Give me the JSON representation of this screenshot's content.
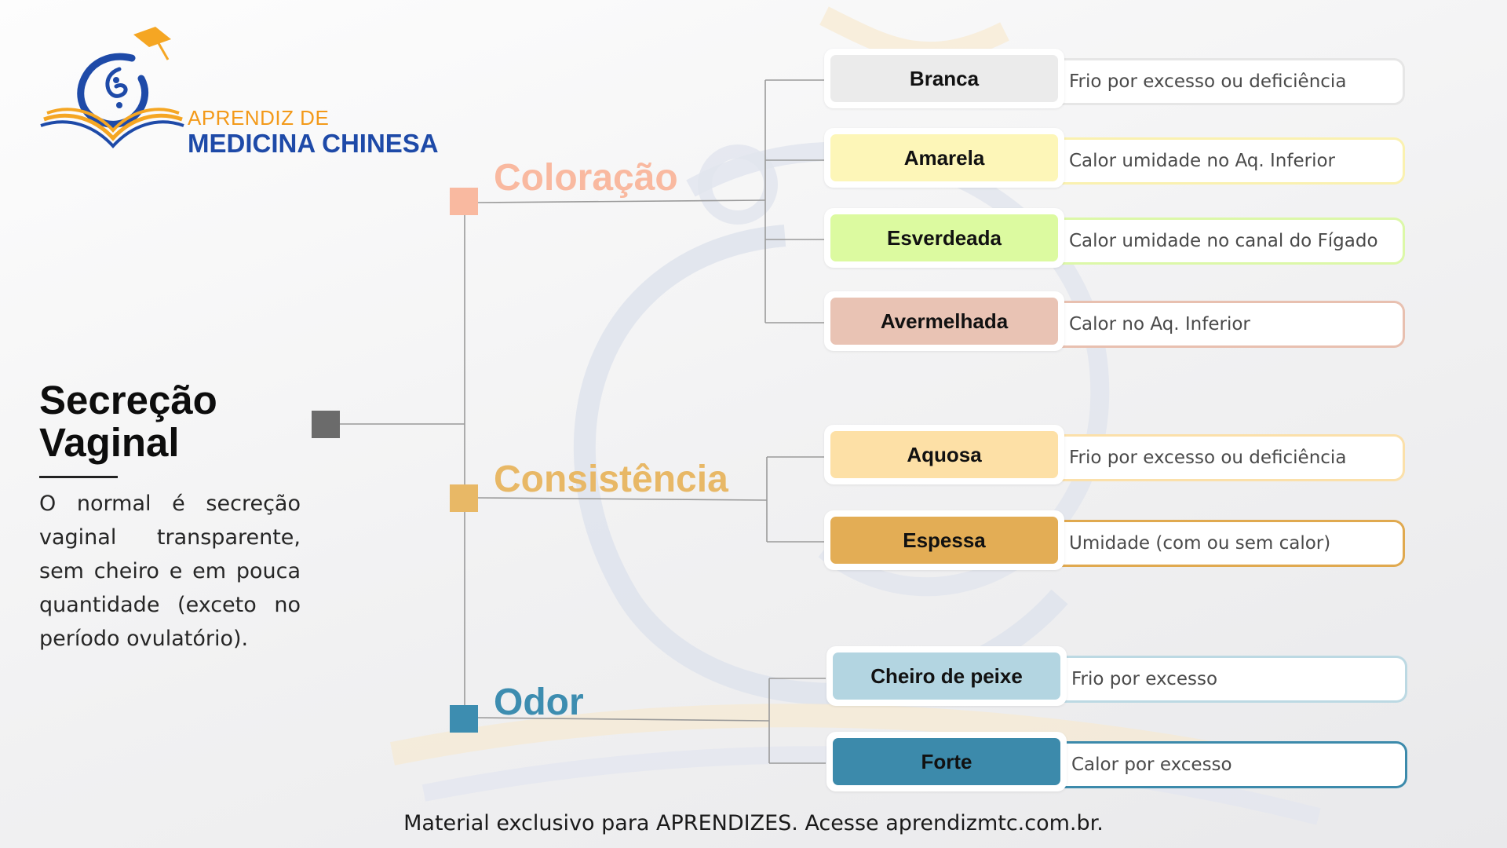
{
  "brand": {
    "line1": "APRENDIZ DE",
    "line2": "MEDICINA CHINESA",
    "colors": {
      "orange": "#f39a1a",
      "blue": "#1e4aa8"
    }
  },
  "topic": {
    "title": "Secreção Vaginal",
    "description": "O normal é secreção vaginal transparente, sem cheiro e em pouca quantidade (exceto no período ovulatório)."
  },
  "categories": [
    {
      "label": "Coloração",
      "color": "#f9b9a0",
      "items": [
        {
          "name": "Branca",
          "meaning": "Frio por excesso ou deficiência",
          "fill": "#ebebeb",
          "border": "#e6e6e6"
        },
        {
          "name": "Amarela",
          "meaning": "Calor umidade no Aq. Inferior",
          "fill": "#fdf6b8",
          "border": "#faf1b0"
        },
        {
          "name": "Esverdeada",
          "meaning": "Calor umidade no canal do Fígado",
          "fill": "#dcfaa0",
          "border": "#dcf8a8"
        },
        {
          "name": "Avermelhada",
          "meaning": "Calor no Aq. Inferior",
          "fill": "#e9c3b4",
          "border": "#e8c0b0"
        }
      ]
    },
    {
      "label": "Consistência",
      "color": "#e8b866",
      "items": [
        {
          "name": "Aquosa",
          "meaning": "Frio por excesso ou deficiência",
          "fill": "#fde0a6",
          "border": "#fbe0aa"
        },
        {
          "name": "Espessa",
          "meaning": "Umidade (com ou sem calor)",
          "fill": "#e3ad55",
          "border": "#e0a94f"
        }
      ]
    },
    {
      "label": "Odor",
      "color": "#3d8db0",
      "items": [
        {
          "name": "Cheiro de peixe",
          "meaning": "Frio por excesso",
          "fill": "#b3d5e1",
          "border": "#bcd9e3"
        },
        {
          "name": "Forte",
          "meaning": "Calor por excesso",
          "fill": "#3c8aab",
          "border": "#3c8aab"
        }
      ]
    }
  ],
  "footer": "Material exclusivo para  APRENDIZES. Acesse aprendizmtc.com.br."
}
